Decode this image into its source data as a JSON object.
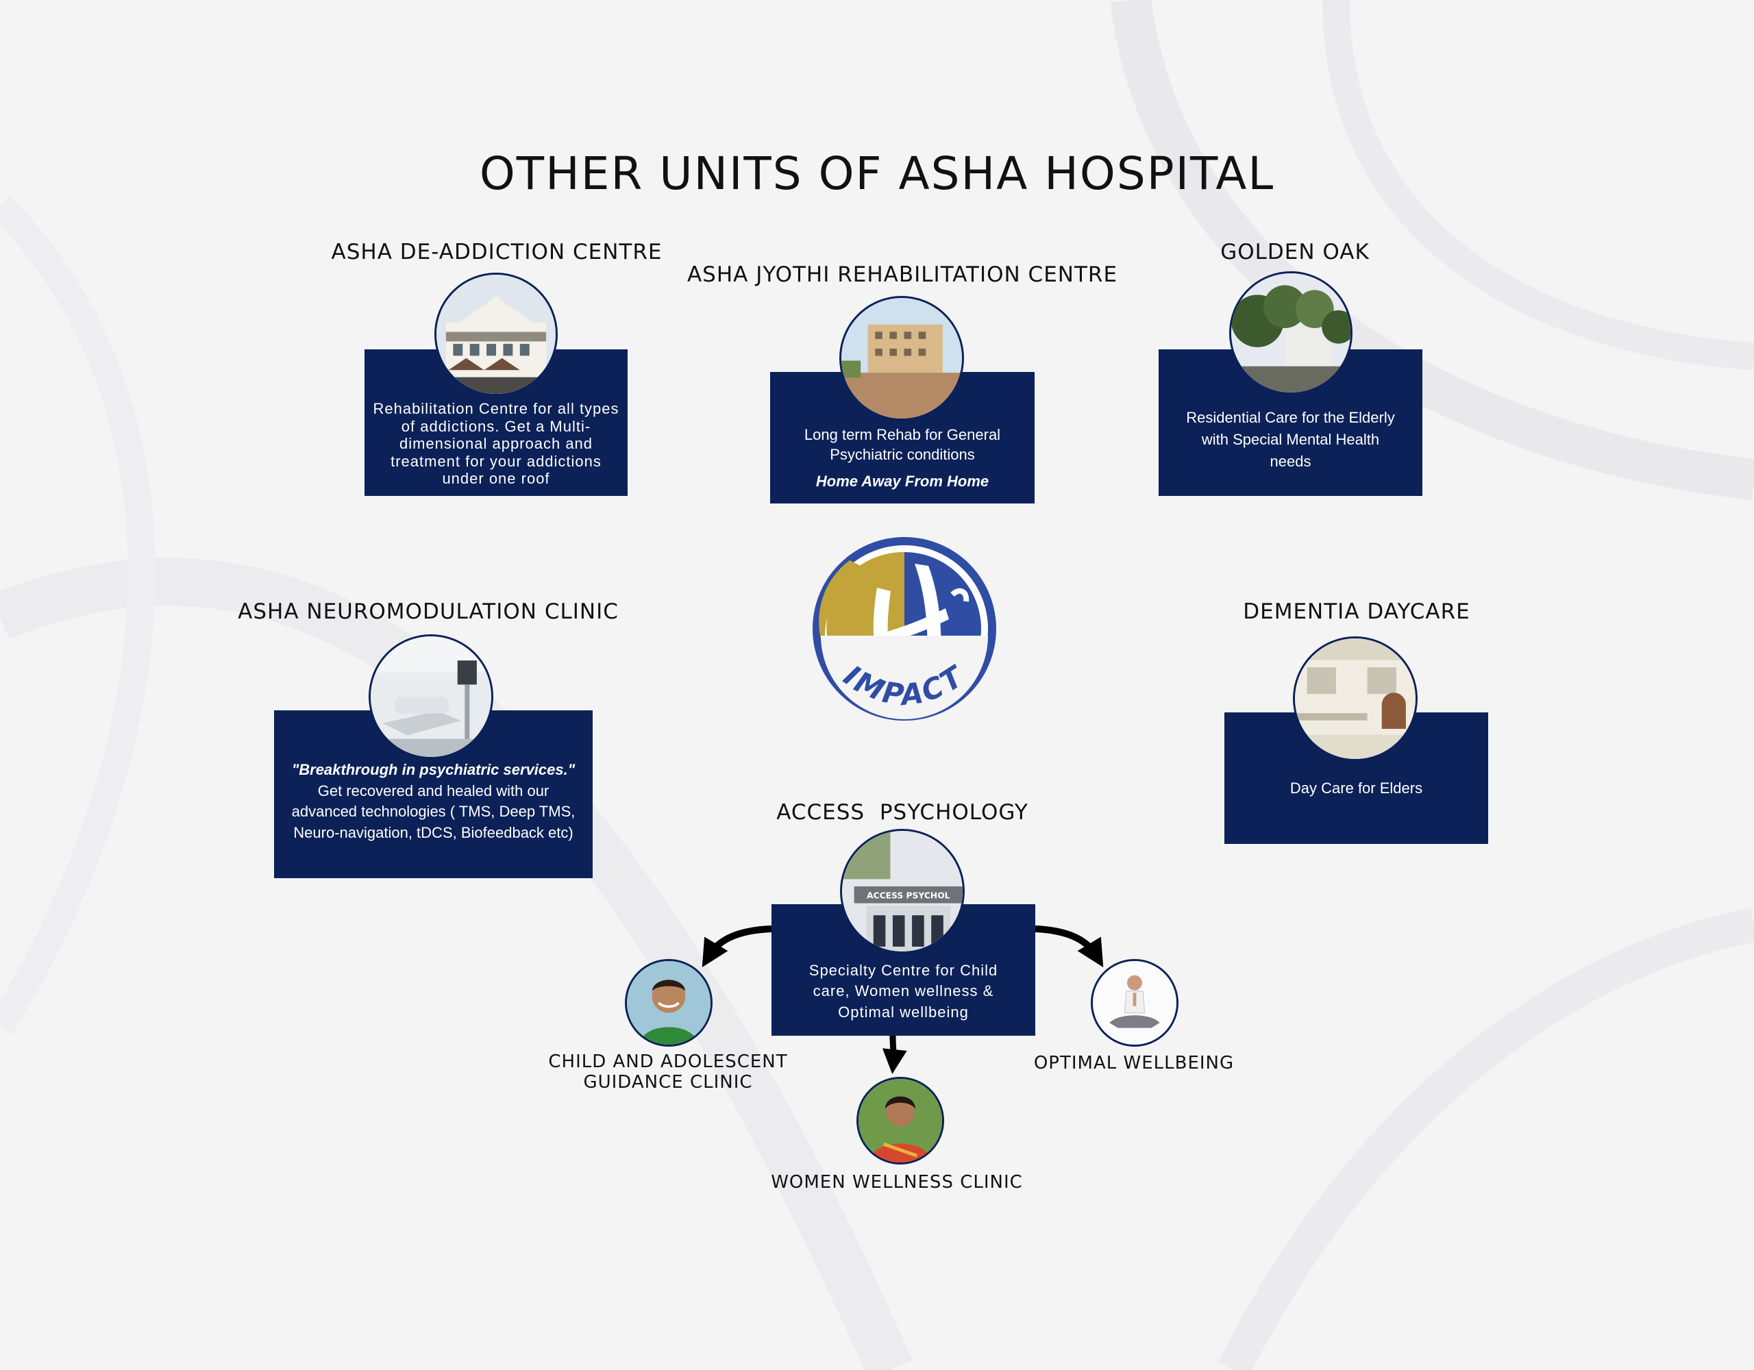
{
  "title": "OTHER UNITS OF ASHA HOSPITAL",
  "units": {
    "deaddiction": {
      "name": "ASHA DE-ADDICTION CENTRE",
      "desc": "Rehabilitation Centre for all types of addictions. Get a Multi-dimensional  approach and treatment for your addictions under one roof"
    },
    "jyothi": {
      "name": "ASHA JYOTHI REHABILITATION CENTRE",
      "desc": "Long term Rehab for General Psychiatric conditions",
      "tagline": "Home Away From Home"
    },
    "golden_oak": {
      "name": "GOLDEN OAK",
      "desc": "Residential Care for the Elderly with Special Mental Health needs"
    },
    "neuromodulation": {
      "name": "ASHA NEUROMODULATION CLINIC",
      "quote": "\"Breakthrough in psychiatric services.\"",
      "desc": "Get recovered and healed with our advanced technologies ( TMS, Deep TMS, Neuro-navigation, tDCS, Biofeedback etc)"
    },
    "dementia": {
      "name": "DEMENTIA DAYCARE",
      "desc": "Day Care for Elders"
    },
    "access": {
      "name": "ACCESS  PSYCHOLOGY",
      "desc": "Specialty Centre for Child care, Women wellness & Optimal wellbeing",
      "signage": "ACCESS PSYCHOL"
    }
  },
  "sub_units": {
    "child": "CHILD AND ADOLESCENT\nGUIDANCE CLINIC",
    "women": "WOMEN WELLNESS CLINIC",
    "optimal": "OPTIMAL WELLBEING"
  },
  "logo": {
    "text": "IMPACT",
    "colors": {
      "gold": "#c2a43a",
      "blue": "#2f4da3"
    }
  },
  "colors": {
    "box": "#0b2157",
    "background": "#f4f4f5"
  }
}
